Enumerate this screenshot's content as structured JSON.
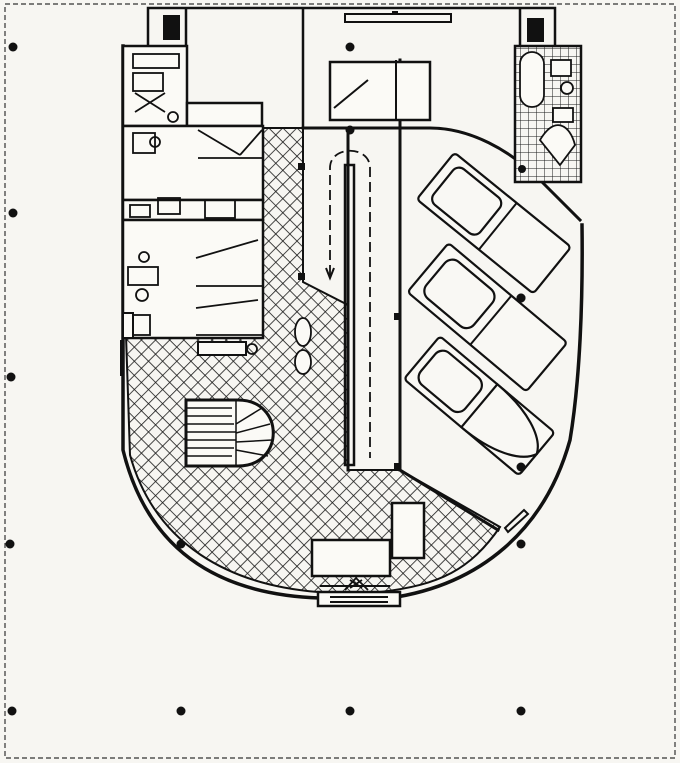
{
  "drawing": {
    "type": "architectural ground floor plan",
    "elements": [
      "border",
      "column-grid",
      "hatched-floor",
      "service-rooms",
      "garage",
      "vehicles",
      "spiral-stair",
      "driveway",
      "entrance"
    ],
    "vehicle_count": 3,
    "colors": {
      "ink": "#111111",
      "paper": "#f7f6f2",
      "hatch": "#1a1a1a"
    }
  }
}
